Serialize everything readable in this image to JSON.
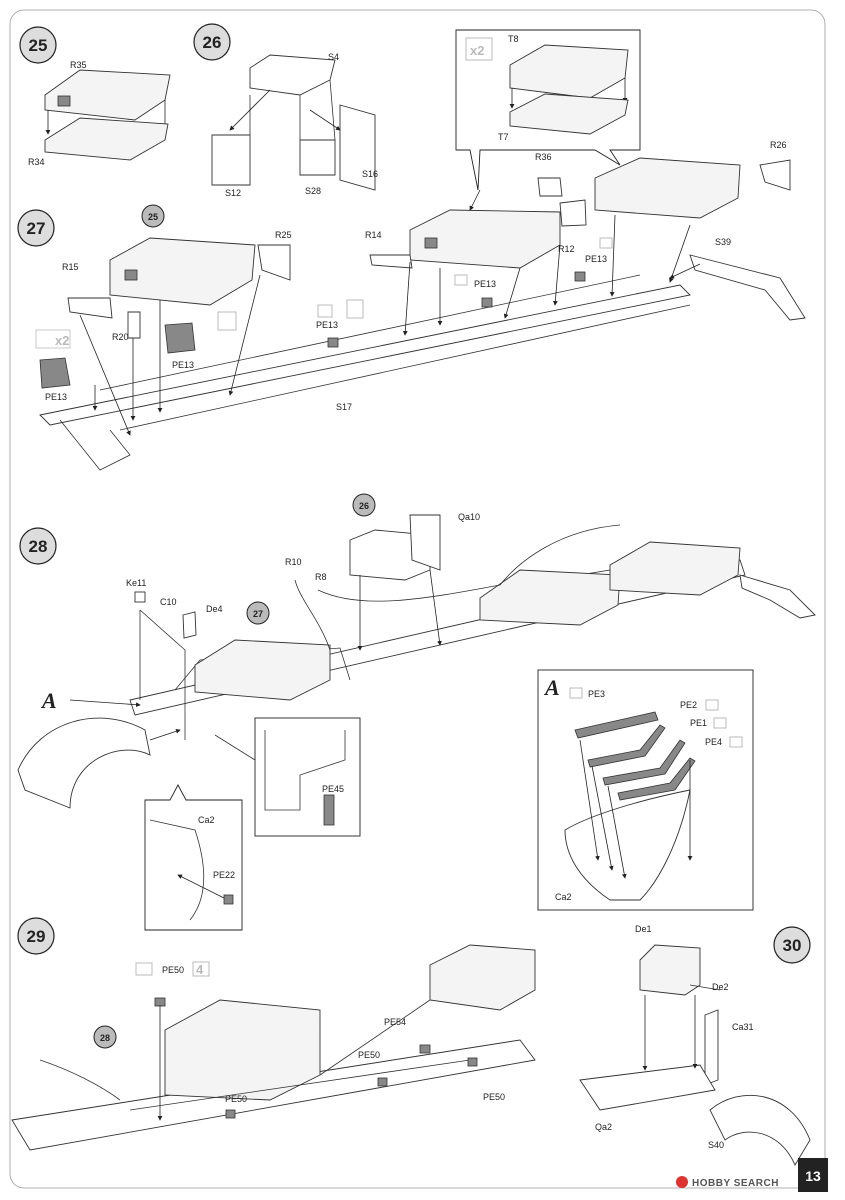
{
  "steps": [
    {
      "number": "25",
      "parts": [
        "R35",
        "R34"
      ]
    },
    {
      "number": "26",
      "parts": [
        "S4",
        "S12",
        "S28",
        "S16"
      ]
    },
    {
      "number": "27",
      "parts": [
        "T8",
        "T7",
        "R36",
        "R26",
        "R12",
        "R14",
        "PE13",
        "S39",
        "R15",
        "R25",
        "R20",
        "S17"
      ],
      "sub_ref": "25",
      "multiplier": "x2"
    },
    {
      "number": "28",
      "parts": [
        "Qa10",
        "R10",
        "R8",
        "Ke11",
        "C10",
        "De4",
        "PE45",
        "Ca2",
        "PE22"
      ],
      "sub_refs": [
        "26",
        "27"
      ],
      "callout": "A"
    },
    {
      "number": "29",
      "parts": [
        "PE50",
        "PE54"
      ],
      "sub_ref": "28",
      "multiplier": "x4"
    },
    {
      "number": "30",
      "parts": [
        "De1",
        "De2",
        "Ca31",
        "Qa2",
        "S40"
      ]
    }
  ],
  "detail_A": {
    "label": "A",
    "parts": [
      "PE3",
      "PE2",
      "PE1",
      "PE4",
      "Ca2"
    ]
  },
  "labels": {
    "s25_R35": "R35",
    "s25_R34": "R34",
    "s26_S4": "S4",
    "s26_S12": "S12",
    "s26_S28": "S28",
    "s26_S16": "S16",
    "s27_T8": "T8",
    "s27_T7": "T7",
    "s27_x2": "x2",
    "s27_R36": "R36",
    "s27_R26": "R26",
    "s27_R12": "R12",
    "s27_R14": "R14",
    "s27_PE13a": "PE13",
    "s27_PE13b": "PE13",
    "s27_PE13c": "PE13",
    "s27_PE13d": "PE13",
    "s27_PE13e": "PE13",
    "s27_x2b": "x2",
    "s27_S39": "S39",
    "s27_R15": "R15",
    "s27_R25": "R25",
    "s27_R20": "R20",
    "s27_S17": "S17",
    "s27_ref": "25",
    "s28_Qa10": "Qa10",
    "s28_R10": "R10",
    "s28_R8": "R8",
    "s28_Ke11": "Ke11",
    "s28_C10": "C10",
    "s28_De4": "De4",
    "s28_PE45": "PE45",
    "s28_Ca2": "Ca2",
    "s28_PE22": "PE22",
    "s28_ref26": "26",
    "s28_ref27": "27",
    "s28_A": "A",
    "dA_A": "A",
    "dA_PE3": "PE3",
    "dA_PE2": "PE2",
    "dA_PE1": "PE1",
    "dA_PE4": "PE4",
    "dA_Ca2": "Ca2",
    "s29_PE50a": "PE50",
    "s29_x4": "4",
    "s29_PE54": "PE54",
    "s29_PE50b": "PE50",
    "s29_PE50c": "PE50",
    "s29_PE50d": "PE50",
    "s29_ref": "28",
    "s30_De1": "De1",
    "s30_De2": "De2",
    "s30_Ca31": "Ca31",
    "s30_Qa2": "Qa2",
    "s30_S40": "S40"
  },
  "page_number": "13",
  "watermark": "HOBBY SEARCH",
  "colors": {
    "ink": "#222222",
    "part_fill": "#f4f4f4",
    "photo_etch": "#888888",
    "page_num_bg": "#222222"
  }
}
